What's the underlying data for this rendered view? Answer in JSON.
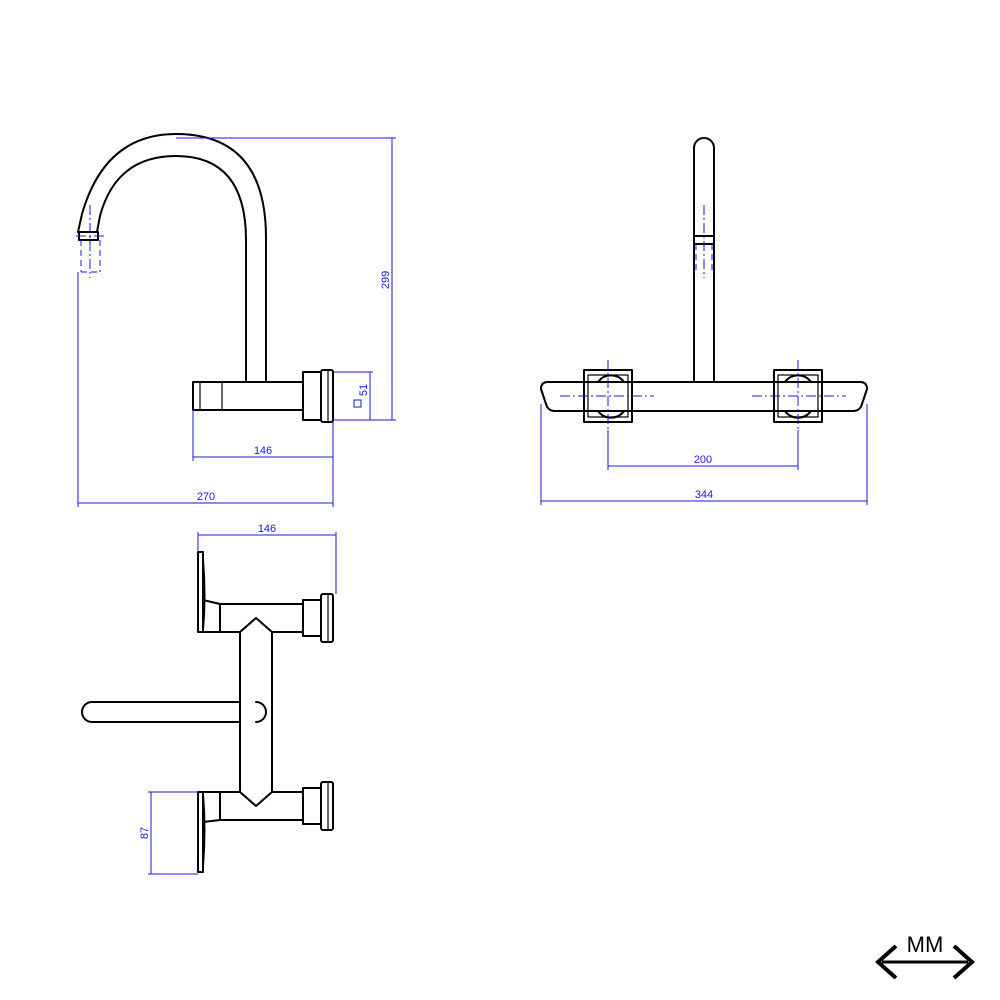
{
  "dimensions": {
    "height": "299",
    "spout_reach": "146",
    "overall_depth": "270",
    "wall_square": "51",
    "top_depth": "146",
    "centers": "200",
    "overall_width": "344",
    "handle_size": "87"
  },
  "units": {
    "label": "MM"
  }
}
